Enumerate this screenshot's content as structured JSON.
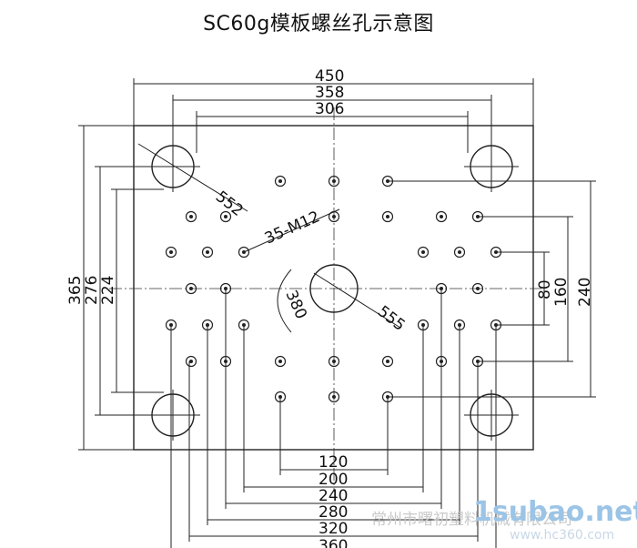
{
  "title": "SC60g模板螺丝孔示意图",
  "dimensions": {
    "width_450": "450",
    "width_358": "358",
    "width_306": "306",
    "diag_552": "552",
    "label_35_m12": "35-M12",
    "height_365": "365",
    "height_276": "276",
    "height_224": "224",
    "radius_380": "380",
    "diag_555": "555",
    "right_80": "80",
    "right_160": "160",
    "right_240": "240",
    "bottom_120": "120",
    "bottom_200": "200",
    "bottom_240": "240",
    "bottom_280": "280",
    "bottom_320": "320",
    "bottom_360": "360"
  },
  "watermark": {
    "company": "常州市曙初塑料机械有限公司",
    "brand": "1subao.net",
    "site": "www.hc360.com"
  }
}
